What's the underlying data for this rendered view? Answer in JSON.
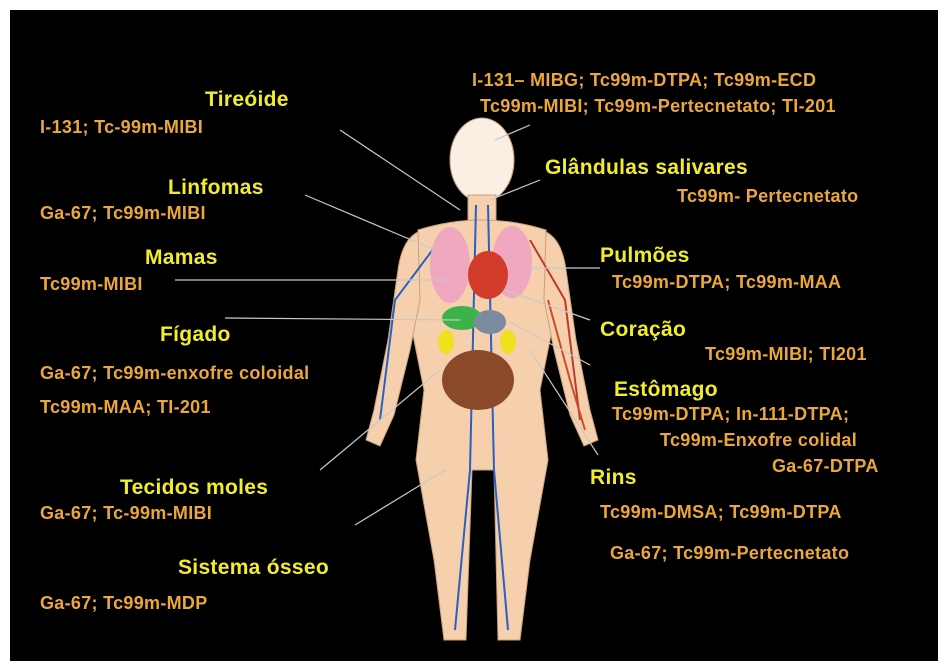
{
  "colors": {
    "background": "#000000",
    "organ_label": "#f2ec2e",
    "tracer_label": "#eca73a",
    "skin": "#f6d0ad",
    "lung": "#f0a8c0",
    "heart": "#d23a2a",
    "liver": "#7b4a2a",
    "stomach": "#3cb24a",
    "kidney": "#f0e020"
  },
  "labels": {
    "tireoide": {
      "organ": "Tireóide",
      "tracers": [
        "I-131; Tc-99m-MIBI"
      ]
    },
    "linfomas": {
      "organ": "Linfomas",
      "tracers": [
        "Ga-67; Tc99m-MIBI"
      ]
    },
    "mamas": {
      "organ": "Mamas",
      "tracers": [
        "Tc99m-MIBI"
      ]
    },
    "figado": {
      "organ": "Fígado",
      "tracers": [
        "Ga-67; Tc99m-enxofre coloidal",
        "Tc99m-MAA; TI-201"
      ]
    },
    "tecidos_moles": {
      "organ": "Tecidos moles",
      "tracers": [
        "Ga-67; Tc-99m-MIBI"
      ]
    },
    "sistema_osseo": {
      "organ": "Sistema ósseo",
      "tracers": [
        "Ga-67; Tc99m-MDP"
      ]
    },
    "cabeca": {
      "tracers": [
        "I-131– MIBG; Tc99m-DTPA; Tc99m-ECD",
        "Tc99m-MIBI; Tc99m-Pertecnetato; TI-201"
      ]
    },
    "glandulas": {
      "organ": "Glândulas salivares",
      "tracers": [
        "Tc99m- Pertecnetato"
      ]
    },
    "pulmoes": {
      "organ": "Pulmões",
      "tracers": [
        "Tc99m-DTPA; Tc99m-MAA"
      ]
    },
    "coracao": {
      "organ": "Coração",
      "tracers": [
        "Tc99m-MIBI; TI201"
      ]
    },
    "estomago": {
      "organ": "Estômago",
      "tracers": [
        "Tc99m-DTPA; In-111-DTPA;",
        "Tc99m-Enxofre colidal",
        "Ga-67-DTPA"
      ]
    },
    "rins": {
      "organ": "Rins",
      "tracers": [
        "Tc99m-DMSA; Tc99m-DTPA",
        "Ga-67; Tc99m-Pertecnetato"
      ]
    }
  }
}
